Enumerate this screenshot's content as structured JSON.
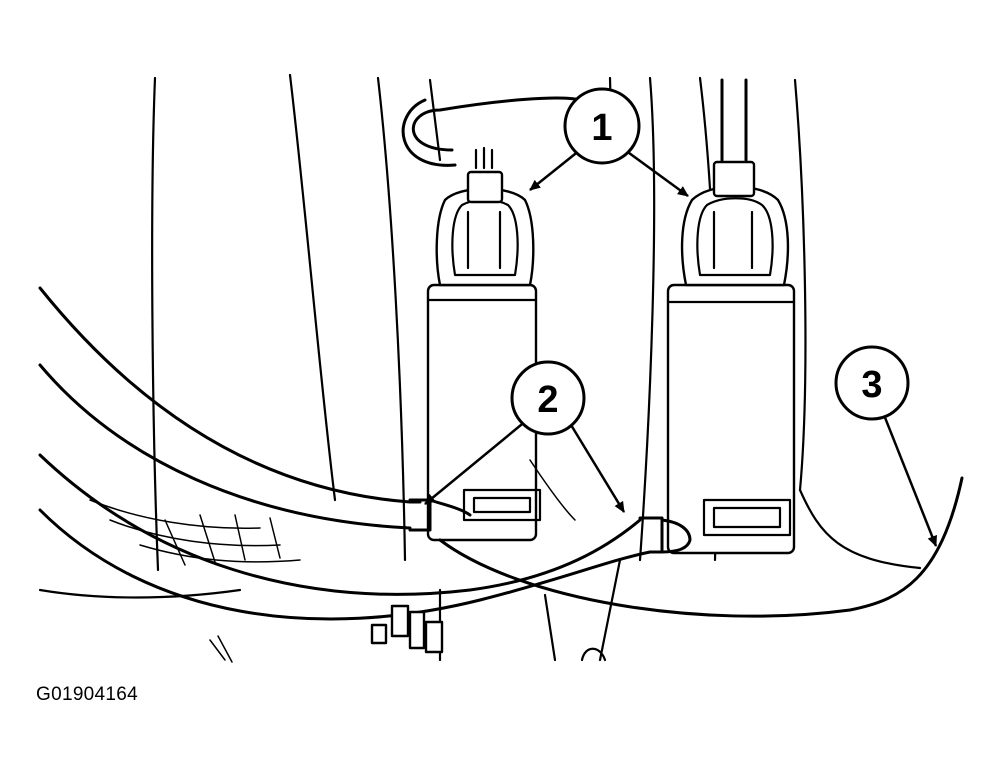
{
  "callouts": [
    {
      "id": "callout-1",
      "label": "1"
    },
    {
      "id": "callout-2",
      "label": "2"
    },
    {
      "id": "callout-3",
      "label": "3"
    }
  ],
  "figure": {
    "id_text": "G01904164"
  },
  "colors": {
    "ink": "#000000",
    "paper": "#ffffff"
  }
}
